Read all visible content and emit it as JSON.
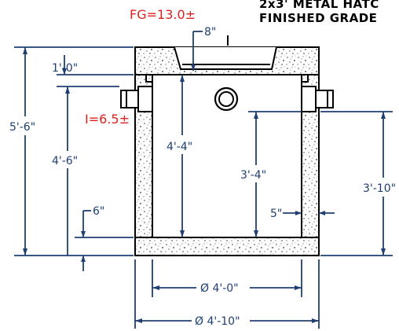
{
  "title": {
    "line1": "2x3' METAL HATC",
    "line2": "FINISHED GRADE"
  },
  "elevations": {
    "finished_grade": "FG=13.0±",
    "invert": "I=6.5±"
  },
  "dimensions": {
    "hatch_inset": "8\"",
    "top_slab": "1'-0\"",
    "overall_height": "5'-6\"",
    "depth_to_invert": "4'-6\"",
    "inside_height": "4'-4\"",
    "invert_to_floor": "3'-4\"",
    "right_height": "3'-10\"",
    "floor_thickness": "6\"",
    "wall_thickness": "5\"",
    "inside_diameter": "Ø 4'-0\"",
    "outside_diameter": "Ø 4'-10\""
  },
  "colors": {
    "dimension": "#1f3f73",
    "elevation": "#e02020",
    "outline": "#000000"
  }
}
